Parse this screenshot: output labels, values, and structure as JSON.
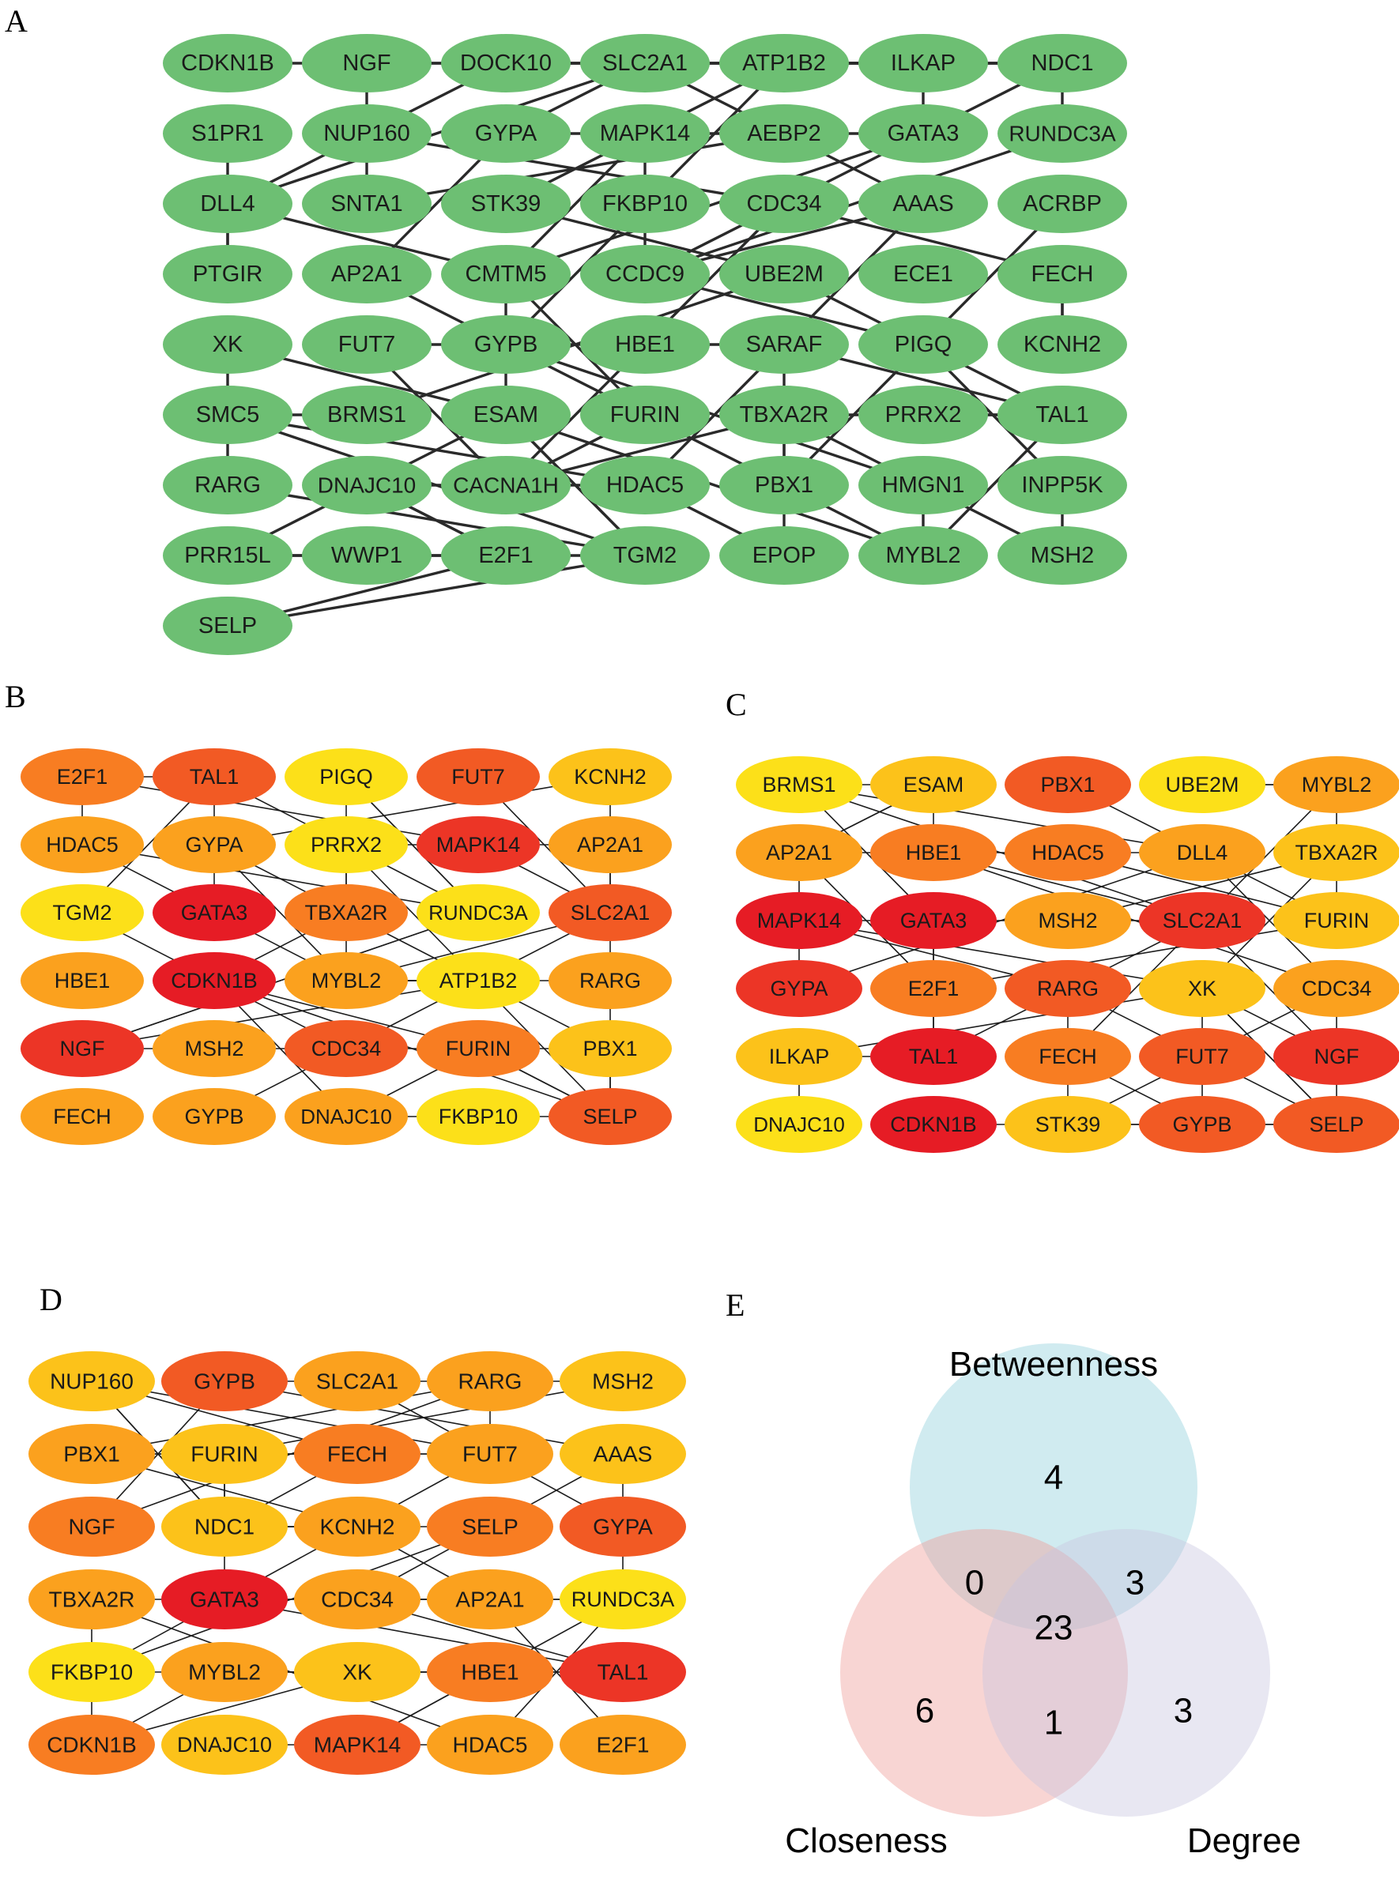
{
  "panels": [
    {
      "id": "A",
      "letter": "A",
      "colors": [
        "#6dbf73"
      ],
      "nodes": [
        [
          "CDKN1B",
          "NGF",
          "DOCK10",
          "SLC2A1",
          "ATP1B2",
          "ILKAP",
          "NDC1"
        ],
        [
          "S1PR1",
          "NUP160",
          "GYPA",
          "MAPK14",
          "AEBP2",
          "GATA3",
          "RUNDC3A"
        ],
        [
          "DLL4",
          "SNTA1",
          "STK39",
          "FKBP10",
          "CDC34",
          "AAAS",
          "ACRBP"
        ],
        [
          "PTGIR",
          "AP2A1",
          "CMTM5",
          "CCDC9",
          "UBE2M",
          "ECE1",
          "FECH"
        ],
        [
          "XK",
          "FUT7",
          "GYPB",
          "HBE1",
          "SARAF",
          "PIGQ",
          "KCNH2"
        ],
        [
          "SMC5",
          "BRMS1",
          "ESAM",
          "FURIN",
          "TBXA2R",
          "PRRX2",
          "TAL1"
        ],
        [
          "RARG",
          "DNAJC10",
          "CACNA1H",
          "HDAC5",
          "PBX1",
          "HMGN1",
          "INPP5K"
        ],
        [
          "PRR15L",
          "WWP1",
          "E2F1",
          "TGM2",
          "EPOP",
          "MYBL2",
          "MSH2"
        ],
        [
          "SELP"
        ]
      ],
      "color_levels": []
    },
    {
      "id": "B",
      "letter": "B",
      "colors": [
        "#fce019",
        "#fcc21a",
        "#fba11e",
        "#f87d22",
        "#f25a24",
        "#ec3526",
        "#e61c25"
      ],
      "nodes": [
        [
          "E2F1",
          "TAL1",
          "PIGQ",
          "FUT7",
          "KCNH2"
        ],
        [
          "HDAC5",
          "GYPA",
          "PRRX2",
          "MAPK14",
          "AP2A1"
        ],
        [
          "TGM2",
          "GATA3",
          "TBXA2R",
          "RUNDC3A",
          "SLC2A1"
        ],
        [
          "HBE1",
          "CDKN1B",
          "MYBL2",
          "ATP1B2",
          "RARG"
        ],
        [
          "NGF",
          "MSH2",
          "CDC34",
          "FURIN",
          "PBX1"
        ],
        [
          "FECH",
          "GYPB",
          "DNAJC10",
          "FKBP10",
          "SELP"
        ]
      ],
      "color_levels": [
        [
          3,
          4,
          0,
          4,
          1
        ],
        [
          2,
          2,
          0,
          5,
          2
        ],
        [
          0,
          6,
          3,
          0,
          4
        ],
        [
          2,
          6,
          2,
          0,
          2
        ],
        [
          5,
          2,
          4,
          3,
          1
        ],
        [
          2,
          2,
          2,
          0,
          4
        ]
      ]
    },
    {
      "id": "C",
      "letter": "C",
      "colors": [
        "#fce019",
        "#fcc21a",
        "#fba11e",
        "#f87d22",
        "#f25a24",
        "#ec3526",
        "#e61c25"
      ],
      "nodes": [
        [
          "BRMS1",
          "ESAM",
          "PBX1",
          "UBE2M",
          "MYBL2"
        ],
        [
          "AP2A1",
          "HBE1",
          "HDAC5",
          "DLL4",
          "TBXA2R"
        ],
        [
          "MAPK14",
          "GATA3",
          "MSH2",
          "SLC2A1",
          "FURIN"
        ],
        [
          "GYPA",
          "E2F1",
          "RARG",
          "XK",
          "CDC34"
        ],
        [
          "ILKAP",
          "TAL1",
          "FECH",
          "FUT7",
          "NGF"
        ],
        [
          "DNAJC10",
          "CDKN1B",
          "STK39",
          "GYPB",
          "SELP"
        ]
      ],
      "color_levels": [
        [
          0,
          1,
          4,
          0,
          2
        ],
        [
          2,
          3,
          3,
          2,
          1
        ],
        [
          6,
          6,
          2,
          5,
          1
        ],
        [
          5,
          3,
          4,
          1,
          2
        ],
        [
          1,
          6,
          3,
          4,
          5
        ],
        [
          0,
          6,
          1,
          4,
          4
        ]
      ]
    },
    {
      "id": "D",
      "letter": "D",
      "colors": [
        "#fce019",
        "#fcc21a",
        "#fba11e",
        "#f87d22",
        "#f25a24",
        "#ec3526",
        "#e61c25"
      ],
      "nodes": [
        [
          "NUP160",
          "GYPB",
          "SLC2A1",
          "RARG",
          "MSH2"
        ],
        [
          "PBX1",
          "FURIN",
          "FECH",
          "FUT7",
          "AAAS"
        ],
        [
          "NGF",
          "NDC1",
          "KCNH2",
          "SELP",
          "GYPA"
        ],
        [
          "TBXA2R",
          "GATA3",
          "CDC34",
          "AP2A1",
          "RUNDC3A"
        ],
        [
          "FKBP10",
          "MYBL2",
          "XK",
          "HBE1",
          "TAL1"
        ],
        [
          "CDKN1B",
          "DNAJC10",
          "MAPK14",
          "HDAC5",
          "E2F1"
        ]
      ],
      "color_levels": [
        [
          1,
          4,
          2,
          2,
          1
        ],
        [
          2,
          1,
          3,
          2,
          1
        ],
        [
          3,
          1,
          2,
          3,
          4
        ],
        [
          2,
          6,
          2,
          2,
          0
        ],
        [
          0,
          2,
          1,
          3,
          5
        ],
        [
          3,
          1,
          4,
          2,
          2
        ]
      ]
    }
  ],
  "venn": {
    "letter": "E",
    "sets": [
      "Betweenness",
      "Closeness",
      "Degree"
    ],
    "colors": [
      "#8fd0dc",
      "#ee9a95",
      "#c9c6e1"
    ],
    "counts": {
      "betweenness_only": "4",
      "betweenness_closeness": "0",
      "betweenness_degree": "3",
      "all_three": "23",
      "closeness_only": "6",
      "closeness_degree": "1",
      "degree_only": "3"
    }
  }
}
